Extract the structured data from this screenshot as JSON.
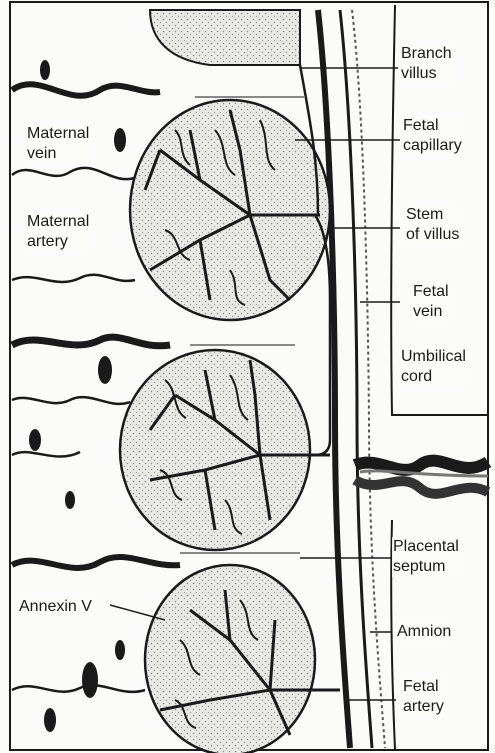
{
  "labels": {
    "branch_villus": "Branch\nvillus",
    "fetal_capillary": "Fetal\ncapillary",
    "stem_of_villus": "Stem\nof villus",
    "fetal_vein": "Fetal\nvein",
    "umbilical_cord": "Umbilical\ncord",
    "placental_septum": "Placental\nseptum",
    "amnion": "Amnion",
    "fetal_artery": "Fetal\nartery",
    "maternal_vein": "Maternal\nvein",
    "maternal_artery": "Maternal\nartery",
    "annexin_v": "Annexin V"
  },
  "colors": {
    "ink": "#1a1a1a",
    "paper": "#fbfbf9",
    "shade": "#cfcfcb"
  }
}
